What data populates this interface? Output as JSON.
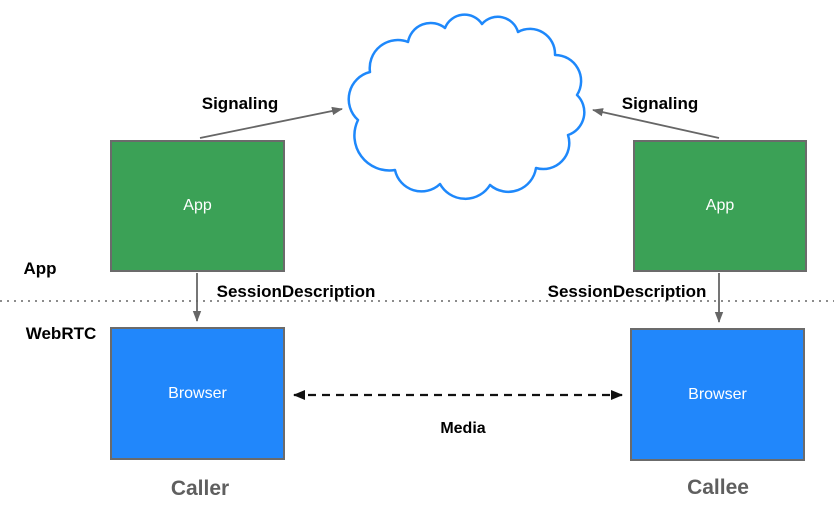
{
  "diagram": {
    "layer_labels": {
      "app": "App",
      "webrtc": "WebRTC"
    },
    "nodes": {
      "caller_app": {
        "label": "App"
      },
      "callee_app": {
        "label": "App"
      },
      "caller_browser": {
        "label": "Browser"
      },
      "callee_browser": {
        "label": "Browser"
      }
    },
    "edge_labels": {
      "signaling_left": "Signaling",
      "signaling_right": "Signaling",
      "session_left": "SessionDescription",
      "session_right": "SessionDescription",
      "media": "Media"
    },
    "captions": {
      "caller": "Caller",
      "callee": "Callee"
    },
    "colors": {
      "app_fill": "#3BA156",
      "browser_fill": "#2187FB",
      "cloud_stroke": "#1E88FB",
      "box_border": "#6B6B6B",
      "arrow_gray": "#666666",
      "arrow_black": "#111111",
      "caption_gray": "#5F5F5F",
      "divider": "#8C8C8C"
    }
  }
}
